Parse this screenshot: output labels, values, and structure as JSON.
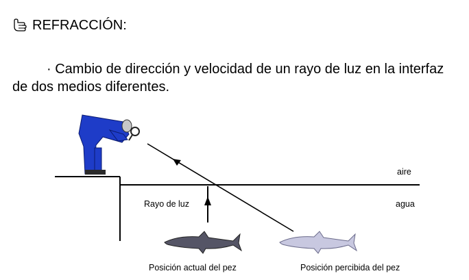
{
  "heading": {
    "title": "REFRACCIÓN:",
    "icon": "pointing-hand-icon"
  },
  "definition": {
    "text": "· Cambio de dirección y velocidad de un rayo de luz en la interfaz de dos medios diferentes."
  },
  "diagram": {
    "labels": {
      "air": "aire",
      "water": "agua",
      "light_ray": "Rayo de luz",
      "actual_position": "Posición actual del pez",
      "perceived_position": "Posición percibida del pez"
    },
    "figures": {
      "observer": "detective-with-magnifying-glass-icon",
      "actual_fish": "shark-icon",
      "perceived_fish": "shark-icon"
    },
    "colors": {
      "observer_suit": "#1e3cc8",
      "actual_fish": "#555566",
      "perceived_fish": "#c8c8e0"
    }
  }
}
